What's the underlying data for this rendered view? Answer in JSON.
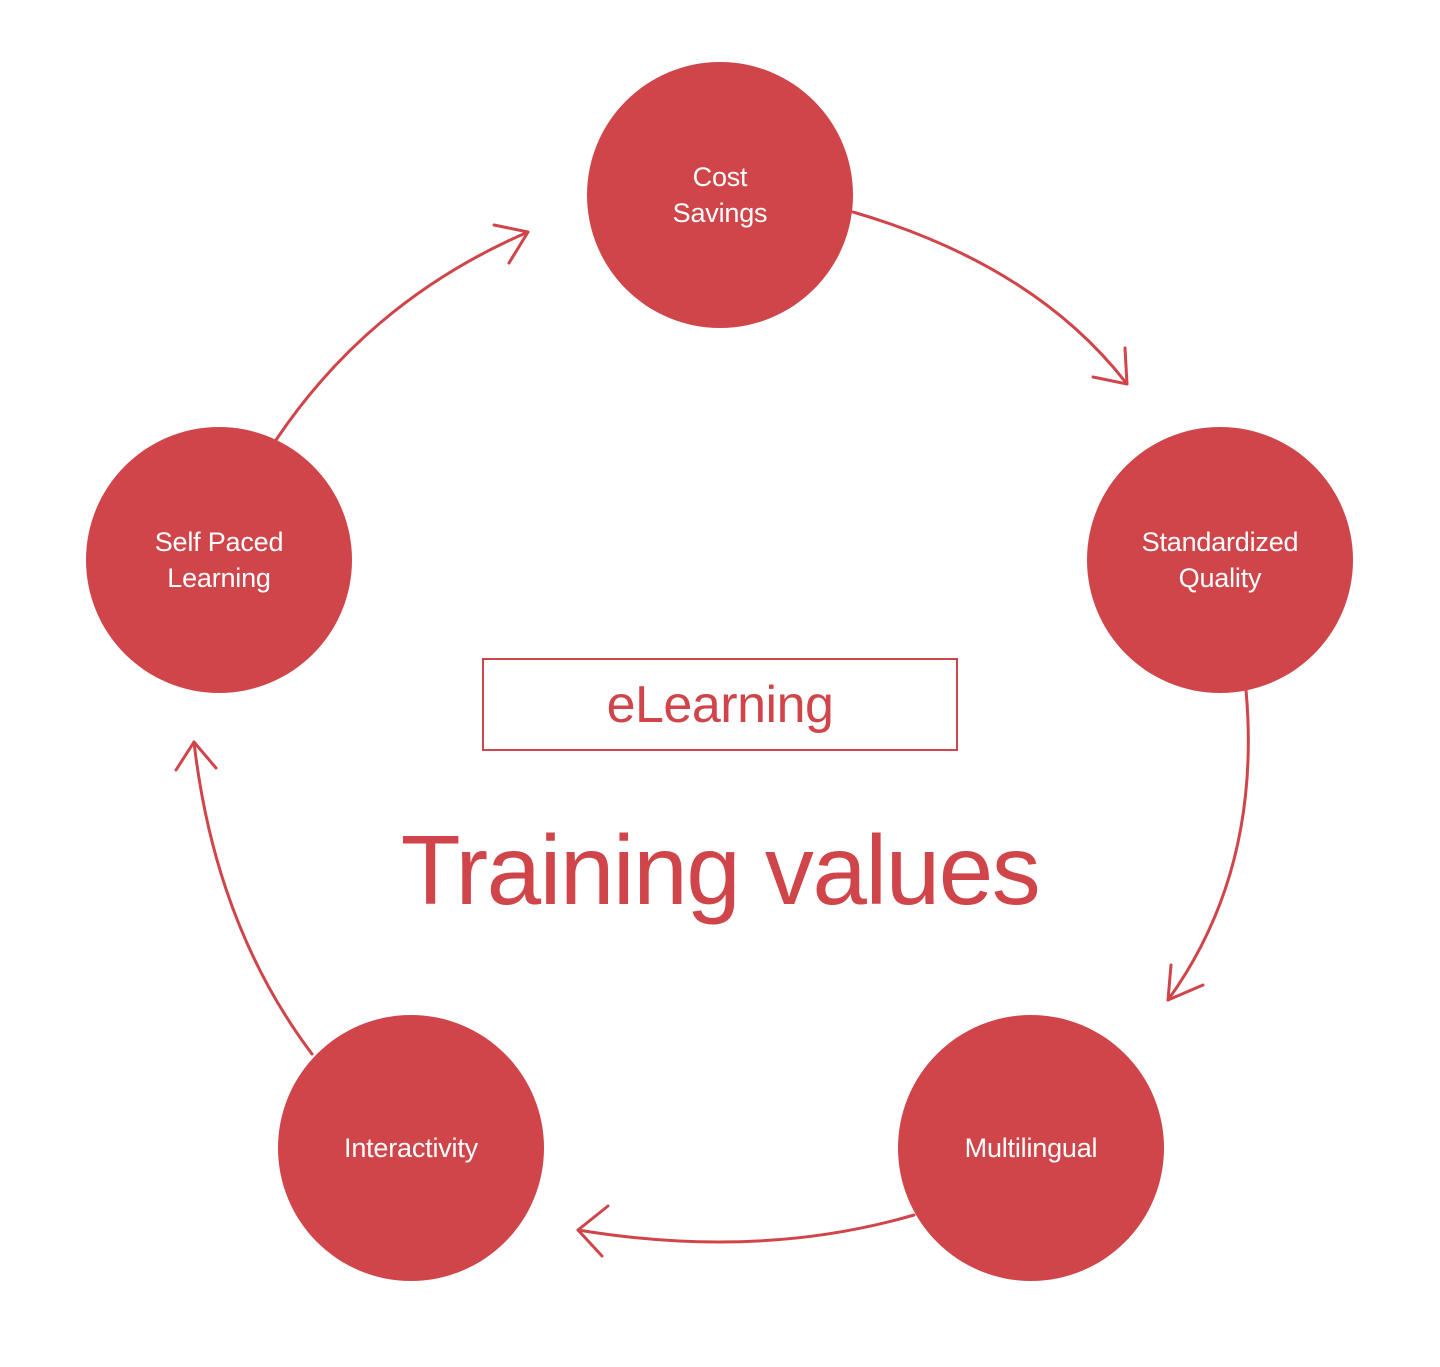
{
  "colors": {
    "accent": "#cf454a",
    "line": "#cf454a",
    "background": "#ffffff",
    "node_text": "#ffffff"
  },
  "center": {
    "box_label": "eLearning",
    "title": "Training values"
  },
  "nodes": [
    {
      "id": "cost-savings",
      "label": "Cost\nSavings"
    },
    {
      "id": "standardized-quality",
      "label": "Standardized\nQuality"
    },
    {
      "id": "multilingual",
      "label": "Multilingual"
    },
    {
      "id": "interactivity",
      "label": "Interactivity"
    },
    {
      "id": "self-paced-learning",
      "label": "Self Paced\nLearning"
    }
  ],
  "cycle": [
    {
      "from": "cost-savings",
      "to": "standardized-quality"
    },
    {
      "from": "standardized-quality",
      "to": "multilingual"
    },
    {
      "from": "multilingual",
      "to": "interactivity"
    },
    {
      "from": "interactivity",
      "to": "self-paced-learning"
    },
    {
      "from": "self-paced-learning",
      "to": "cost-savings"
    }
  ]
}
